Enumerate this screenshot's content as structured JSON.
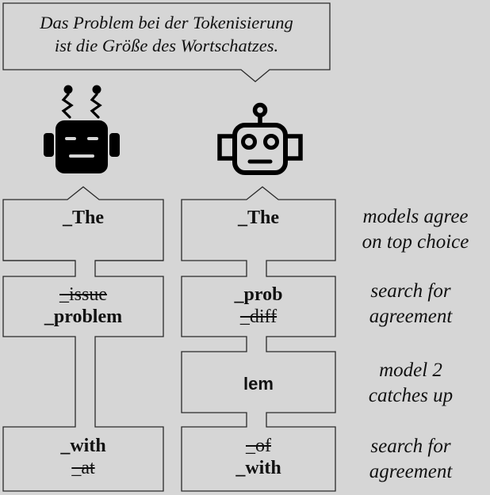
{
  "speech": {
    "line1": "Das Problem bei der Tokenisierung",
    "line2": "ist die Größe des Wortschatzes."
  },
  "icons": {
    "model1": "robot-with-antenna-coils-icon",
    "model2": "robot-outline-icon"
  },
  "colors": {
    "background": "#d6d6d6",
    "box_fill": "#d6d6d6",
    "stroke": "#2a2a2a",
    "robot": "#000000"
  },
  "model1": {
    "step1": {
      "accepted": "_The"
    },
    "step2": {
      "rejected": "_issue",
      "accepted": "_problem"
    },
    "step3": {
      "accepted": "_with",
      "rejected": "_at"
    }
  },
  "model2": {
    "step1": {
      "accepted": "_The"
    },
    "step2": {
      "accepted": "_prob",
      "rejected": "_diff"
    },
    "step3": {
      "accepted": "lem"
    },
    "step4": {
      "rejected": "_of",
      "accepted": "_with"
    }
  },
  "notes": {
    "note1": [
      "models agree",
      "on top choice"
    ],
    "note2": [
      "search for",
      "agreement"
    ],
    "note3": [
      "model 2",
      "catches up"
    ],
    "note4": [
      "search for",
      "agreement"
    ]
  }
}
